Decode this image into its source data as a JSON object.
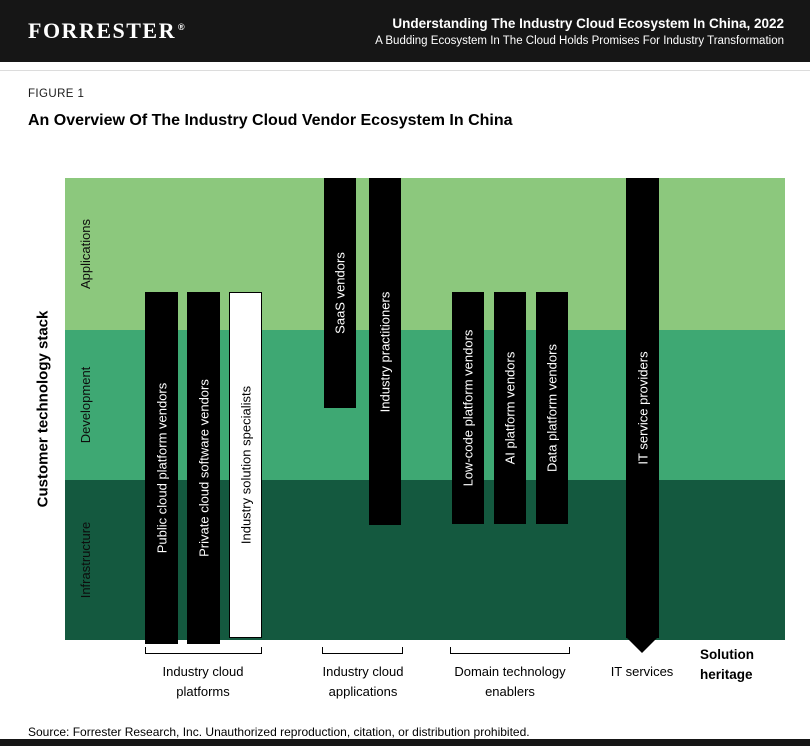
{
  "header": {
    "logo": "FORRESTER",
    "logo_mark": "®",
    "title": "Understanding The Industry Cloud Ecosystem In China, 2022",
    "subtitle": "A Budding Ecosystem In The Cloud Holds Promises For Industry Transformation"
  },
  "figure": {
    "label": "FIGURE 1",
    "title": "An Overview Of The Industry Cloud Vendor Ecosystem In China"
  },
  "chart_data": {
    "type": "diagram",
    "title": "An Overview Of The Industry Cloud Vendor Ecosystem In China",
    "y_axis_label": "Customer technology stack",
    "stack_layers": [
      {
        "label": "Applications",
        "color": "#8cc87d"
      },
      {
        "label": "Development",
        "color": "#3ea873"
      },
      {
        "label": "Infrastructure",
        "color": "#14593f"
      }
    ],
    "vendor_bars": [
      {
        "label": "Public cloud platform vendors",
        "group": "Industry cloud platforms",
        "style": "solid-black",
        "spans": [
          "Applications",
          "Development",
          "Infrastructure"
        ]
      },
      {
        "label": "Private cloud software vendors",
        "group": "Industry cloud platforms",
        "style": "solid-black",
        "spans": [
          "Applications",
          "Development",
          "Infrastructure"
        ]
      },
      {
        "label": "Industry solution specialists",
        "group": "Industry cloud platforms",
        "style": "outlined-white",
        "spans": [
          "Applications",
          "Development",
          "Infrastructure"
        ]
      },
      {
        "label": "SaaS vendors",
        "group": "Industry cloud applications",
        "style": "solid-black",
        "spans": [
          "Applications",
          "Development"
        ]
      },
      {
        "label": "Industry practitioners",
        "group": "Industry cloud applications",
        "style": "solid-black",
        "spans": [
          "Applications",
          "Development",
          "Infrastructure"
        ]
      },
      {
        "label": "Low-code platform vendors",
        "group": "Domain technology enablers",
        "style": "solid-black",
        "spans": [
          "Applications",
          "Development",
          "Infrastructure"
        ]
      },
      {
        "label": "AI platform vendors",
        "group": "Domain technology enablers",
        "style": "solid-black",
        "spans": [
          "Applications",
          "Development",
          "Infrastructure"
        ]
      },
      {
        "label": "Data platform vendors",
        "group": "Domain technology enablers",
        "style": "solid-black",
        "spans": [
          "Applications",
          "Development",
          "Infrastructure"
        ]
      },
      {
        "label": "IT service providers",
        "group": "IT services",
        "style": "solid-black-arrow",
        "spans": [
          "Applications",
          "Development",
          "Infrastructure"
        ]
      }
    ],
    "groups": [
      {
        "label": "Industry cloud platforms"
      },
      {
        "label": "Industry cloud applications"
      },
      {
        "label": "Domain technology enablers"
      },
      {
        "label": "IT services"
      }
    ],
    "heritage_label": "Solution heritage"
  },
  "footer": {
    "source": "Source: Forrester Research, Inc. Unauthorized reproduction, citation, or distribution prohibited."
  }
}
